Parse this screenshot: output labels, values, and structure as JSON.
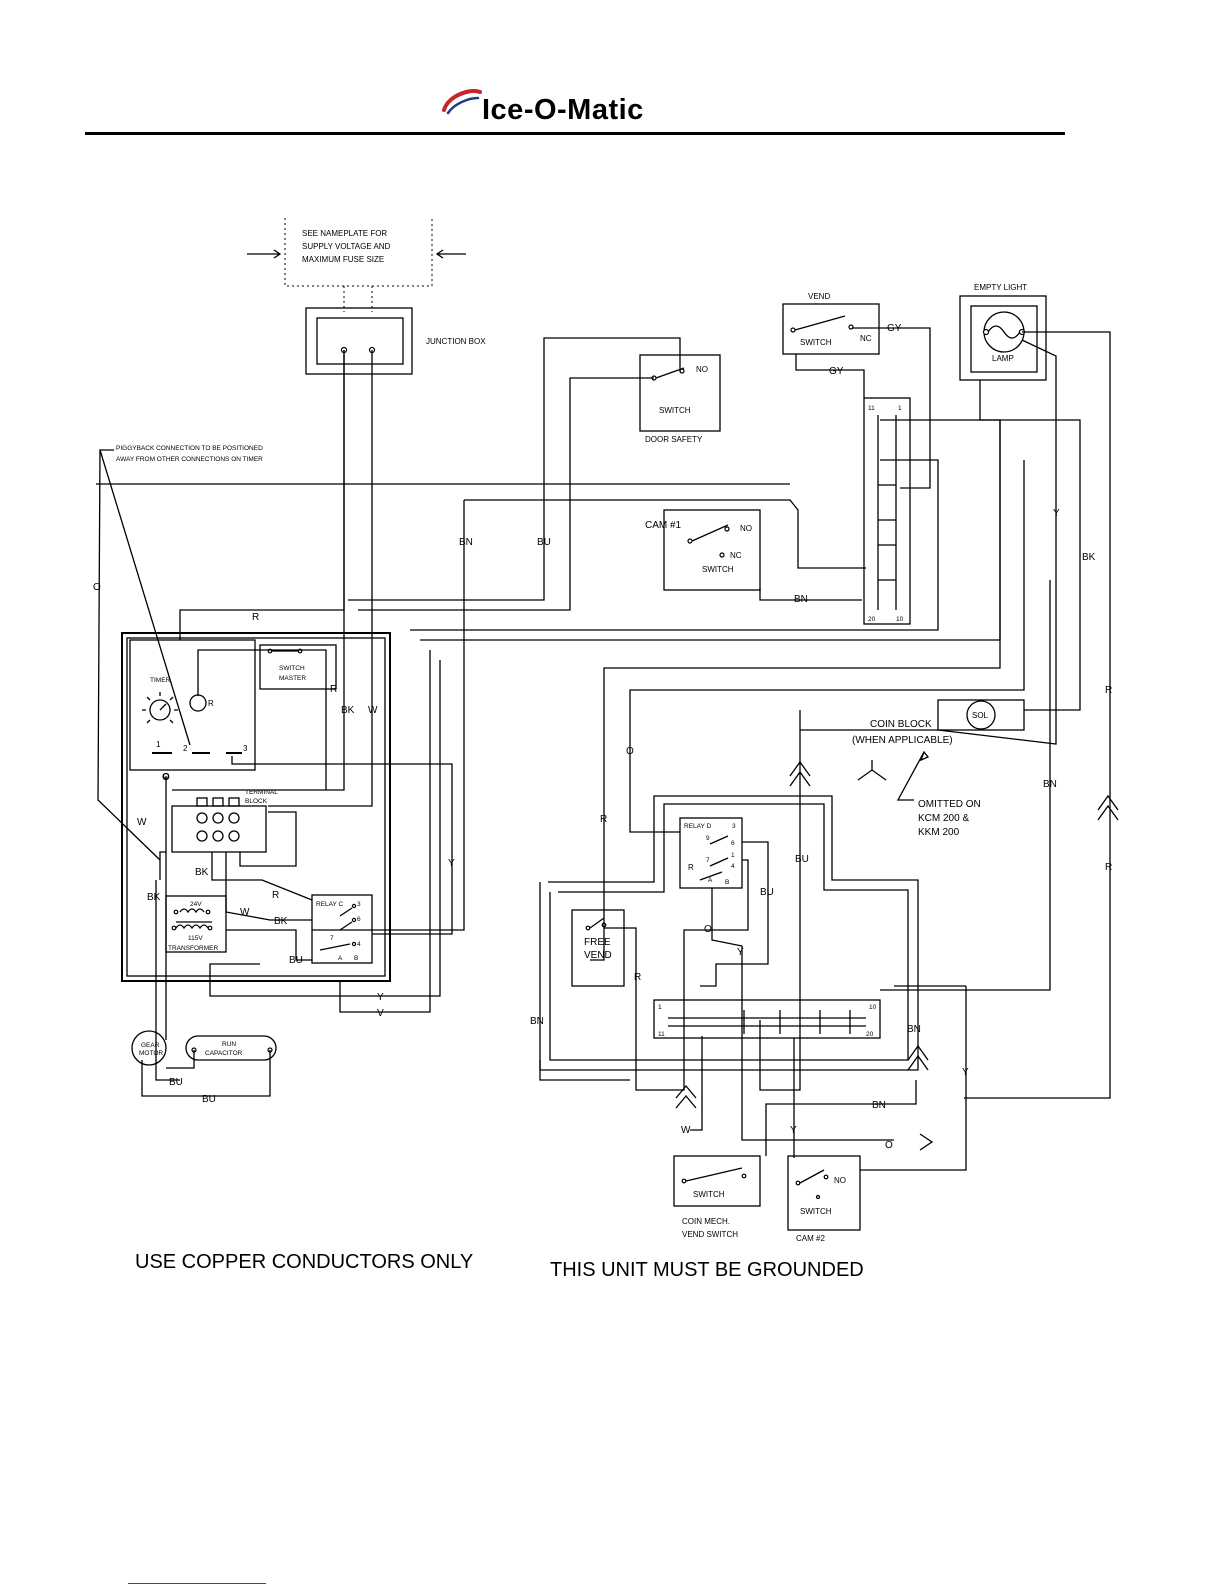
{
  "header": {
    "brand": "Ice-O-Matic",
    "brand_mark": "·",
    "colors": {
      "swoosh_red": "#c8242b",
      "swoosh_blue": "#1c3c8c",
      "text": "#000000"
    }
  },
  "notes": {
    "nameplate": [
      "SEE NAMEPLATE FOR",
      "SUPPLY VOLTAGE AND",
      "MAXIMUM FUSE SIZE"
    ],
    "piggyback": [
      "PIGGYBACK CONNECTION TO BE POSITIONED",
      "AWAY FROM OTHER CONNECTIONS ON TIMER"
    ],
    "copper": "USE COPPER CONDUCTORS ONLY",
    "grounded": "THIS UNIT MUST BE GROUNDED",
    "omitted": [
      "OMITTED ON",
      "KCM 200 &",
      "KKM 200"
    ]
  },
  "components": {
    "junction_box": "JUNCTION BOX",
    "vend": "VEND",
    "vend_switch": "SWITCH",
    "vend_nc": "NC",
    "empty_light": "EMPTY LIGHT",
    "lamp": "LAMP",
    "door_switch": "SWITCH",
    "door_no": "NO",
    "door_safety": "DOOR SAFETY",
    "cam1": "CAM #1",
    "cam1_no": "NO",
    "cam1_nc": "NC",
    "cam1_switch": "SWITCH",
    "timer": "TIMER",
    "timer_r": "R",
    "timer_t1": "1",
    "timer_t2": "2",
    "timer_t3": "3",
    "switch_master": [
      "SWITCH",
      "MASTER"
    ],
    "terminal_block": [
      "TERMINAL",
      "BLOCK"
    ],
    "transformer_24": "24V",
    "transformer_115": "115V",
    "transformer": "TRANSFORMER",
    "relay_c": "RELAY C",
    "relay_c_pins": [
      "3",
      "6",
      "7",
      "4",
      "A",
      "B"
    ],
    "gear_motor": [
      "GEAR",
      "MOTOR"
    ],
    "run_capacitor": [
      "RUN",
      "CAPACITOR"
    ],
    "coin_block": [
      "COIN BLOCK",
      "(WHEN APPLICABLE)"
    ],
    "sol": "SOL",
    "relay_d": "RELAY D",
    "relay_d_pins": [
      "3",
      "9",
      "6",
      "1",
      "7",
      "4",
      "A",
      "B"
    ],
    "relay_d_r": "R",
    "free_vend": [
      "FREE",
      "VEND"
    ],
    "coin_mech_switch": "SWITCH",
    "coin_mech": [
      "COIN MECH.",
      "VEND SWITCH"
    ],
    "cam2_switch": "SWITCH",
    "cam2_no": "NO",
    "cam2": "CAM #2",
    "upper_strip_pins": [
      "11",
      "1",
      "20",
      "10"
    ],
    "lower_strip_pins": [
      "1",
      "10",
      "11",
      "20"
    ]
  },
  "wire_labels": {
    "O": "O",
    "R": "R",
    "BK": "BK",
    "W": "W",
    "BN": "BN",
    "BU": "BU",
    "Y": "Y",
    "V": "V",
    "GY": "GY"
  }
}
